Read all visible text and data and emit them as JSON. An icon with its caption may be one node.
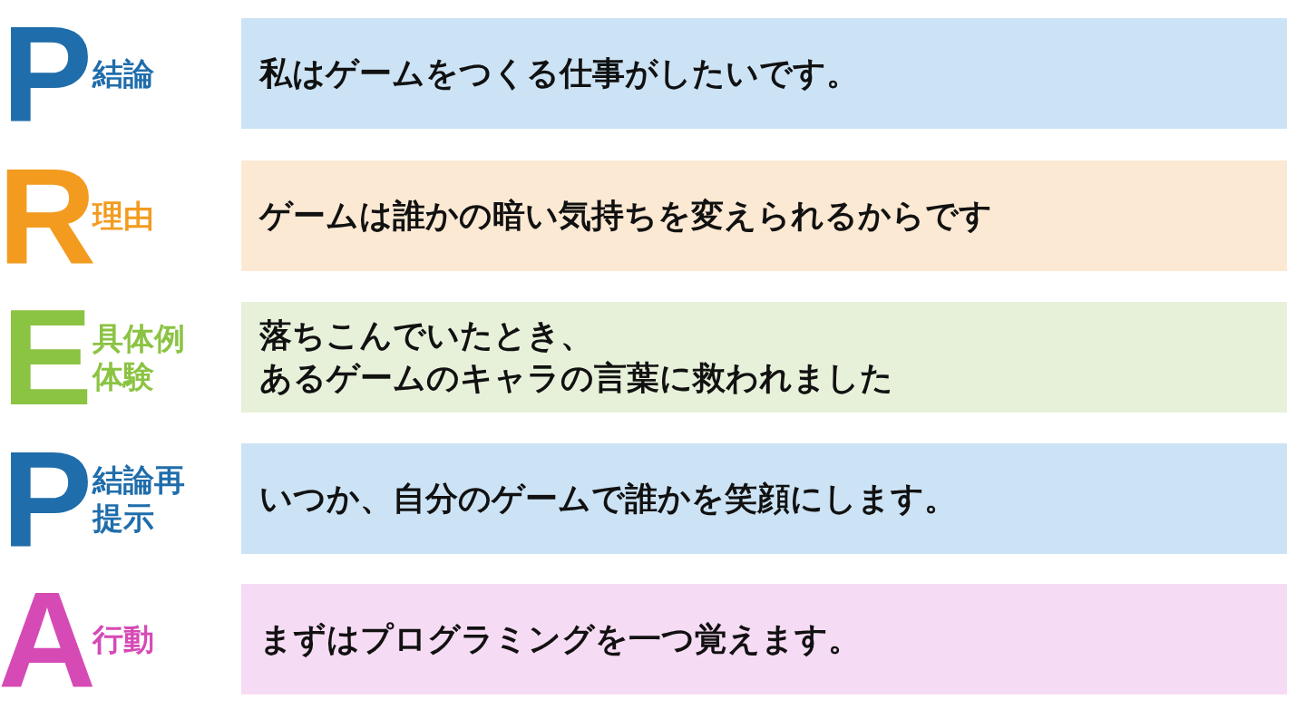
{
  "diagram": {
    "nodes": [
      {
        "text": [
          "私はゲームをつくる仕事がしたいです。"
        ],
        "beside": [
          "P",
          "結論"
        ]
      },
      {
        "text": [
          "ゲームは誰かの暗い気持ちを変えられるからです"
        ],
        "beside": [
          "R",
          "理由"
        ]
      },
      {
        "text": [
          "落ちこんでいたとき、",
          "あるゲームのキャラの言葉に救われました"
        ],
        "beside": [
          "E",
          "具体例体験"
        ]
      },
      {
        "text": [
          "いつか、自分のゲームで誰かを笑顔にします。"
        ],
        "beside": [
          "P",
          "結論再提示"
        ]
      },
      {
        "text": [
          "まずはプログラミングを一つ覚えます。"
        ],
        "beside": [
          "A",
          "行動"
        ]
      }
    ]
  }
}
